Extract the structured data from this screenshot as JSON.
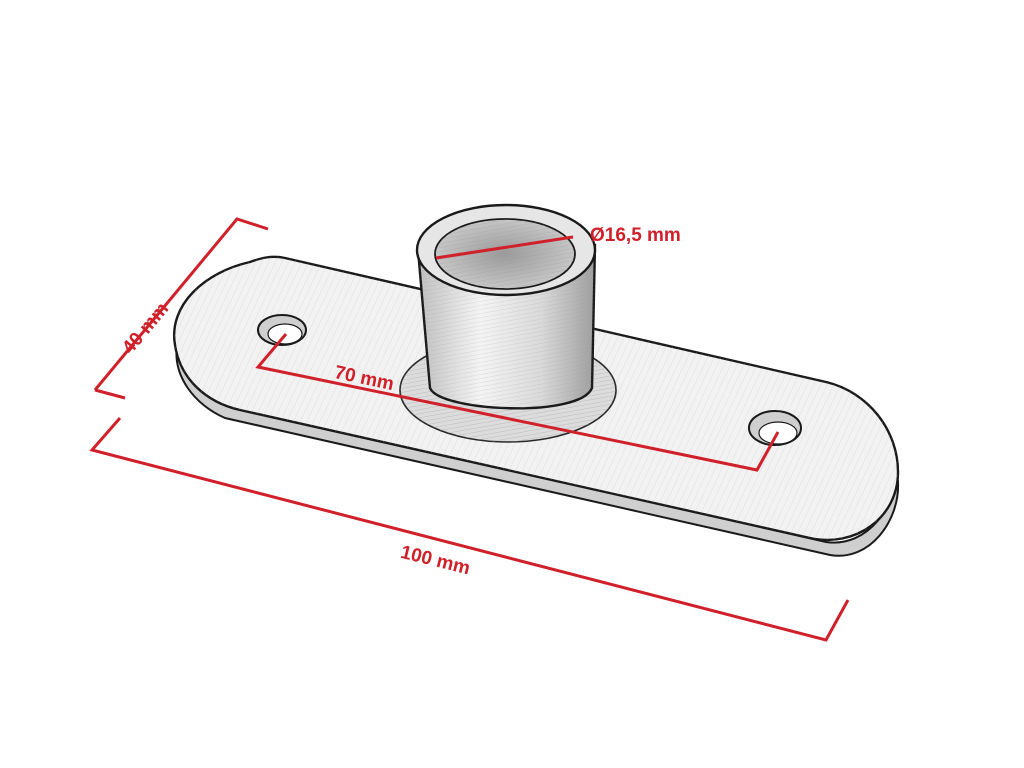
{
  "dimensions": {
    "width": {
      "label": "100 mm",
      "value": 100,
      "unit": "mm"
    },
    "depth": {
      "label": "40 mm",
      "value": 40,
      "unit": "mm"
    },
    "hole_spacing": {
      "label": "70 mm",
      "value": 70,
      "unit": "mm"
    },
    "tube_diameter": {
      "label": "Ø16,5 mm",
      "value": 16.5,
      "unit": "mm"
    }
  },
  "colors": {
    "dimension": "#d0212a",
    "outline": "#1a1a1a",
    "paper": "#ffffff",
    "shade": "#e9e9e9"
  }
}
